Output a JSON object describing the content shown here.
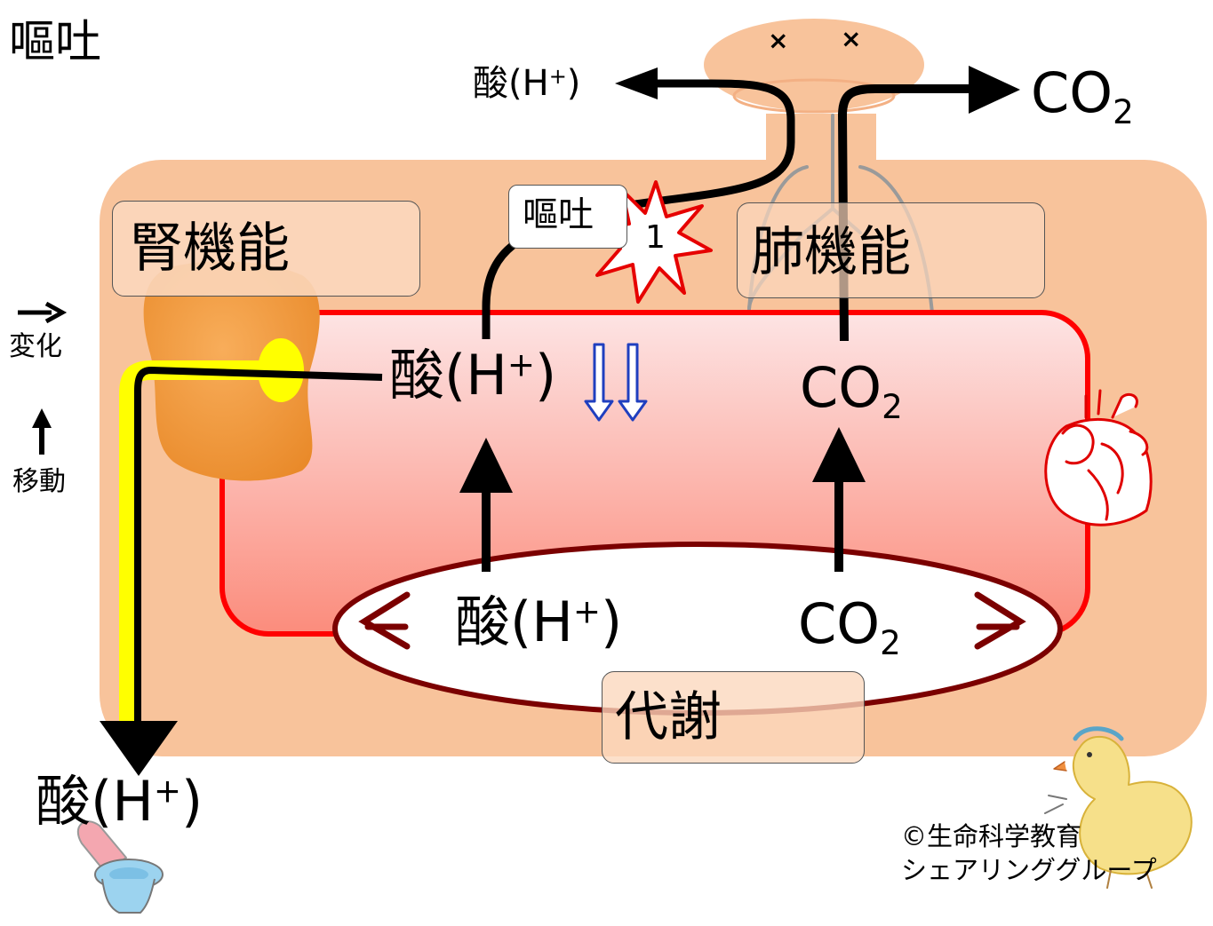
{
  "title": "嘔吐",
  "legend": {
    "change_label": "変化",
    "move_label": "移動"
  },
  "boxes": {
    "kidney": "腎機能",
    "lung": "肺機能",
    "metabolism": "代謝"
  },
  "vomit_tag": "嘔吐",
  "burst_number": "1",
  "mouth_marks": [
    "×",
    "×"
  ],
  "species": {
    "acid_base": "酸(H",
    "acid_sup": "+",
    "acid_close": ")",
    "co2_base": "CO",
    "co2_sub": "2"
  },
  "metabolism_brackets": {
    "left": "<",
    "right": ">"
  },
  "copyright": {
    "line1": "©生命科学教育",
    "line2": "シェアリンググループ"
  },
  "colors": {
    "body": "#f8c39b",
    "blood_top": "#fde4e4",
    "blood_bottom": "#fb8c7c",
    "blood_border": "#ff0000",
    "metabolism_ring": "#7b0000",
    "kidney": "#f59a3c",
    "yellow": "#ffff00",
    "decrease_arrow": "#1f3fbf"
  }
}
